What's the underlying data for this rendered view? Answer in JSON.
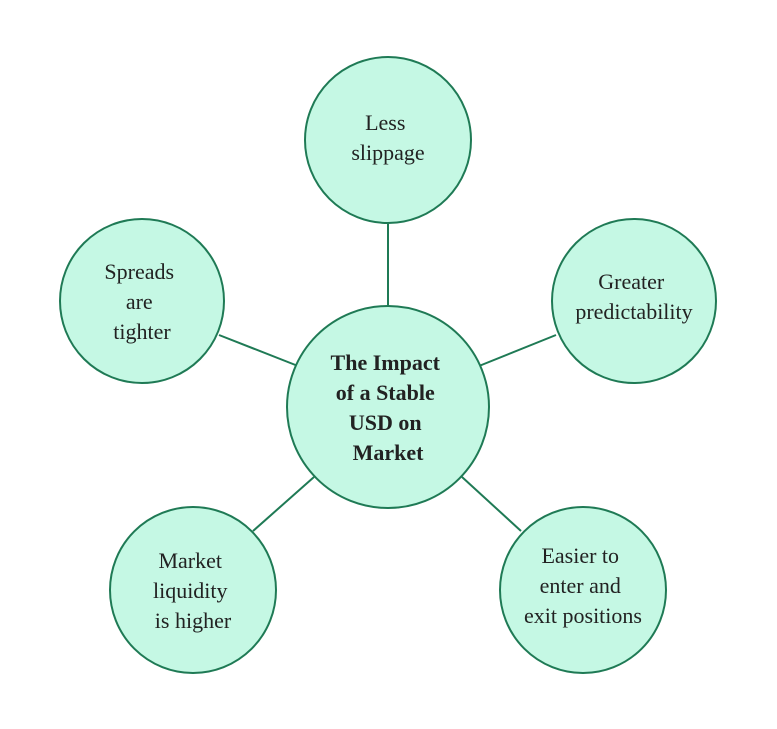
{
  "center": {
    "lines": [
      "The Impact",
      "of a Stable",
      "USD on",
      "Market"
    ]
  },
  "nodes": [
    {
      "id": "top",
      "lines": [
        "Less",
        "slippage"
      ]
    },
    {
      "id": "right",
      "lines": [
        "Greater",
        "predictability"
      ]
    },
    {
      "id": "bottom-right",
      "lines": [
        "Easier to",
        "enter and",
        "exit positions"
      ]
    },
    {
      "id": "bottom-left",
      "lines": [
        "Market",
        "liquidity",
        "is higher"
      ]
    },
    {
      "id": "left",
      "lines": [
        "Spreads",
        "are",
        "tighter"
      ]
    }
  ],
  "colors": {
    "fill": "#c5f8e4",
    "stroke": "#1f7a55",
    "text": "#222222"
  }
}
